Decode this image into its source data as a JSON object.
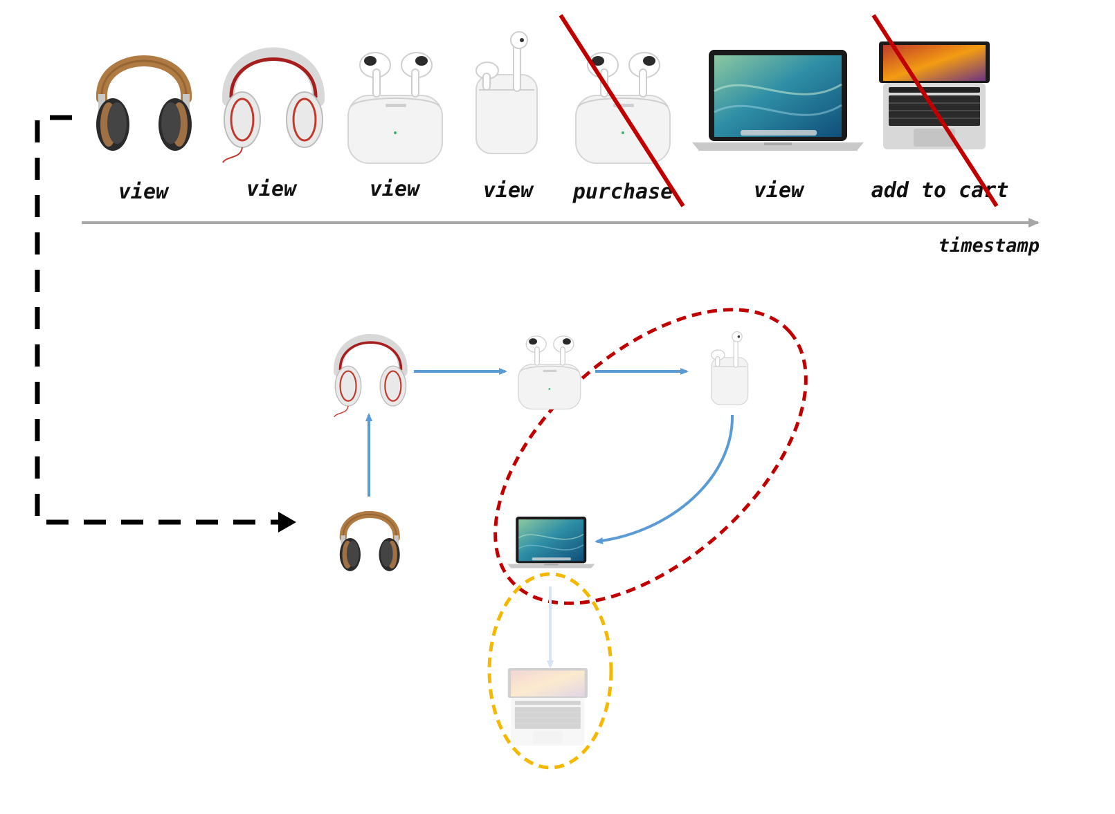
{
  "timeline": {
    "axis_label": "timestamp",
    "events": [
      {
        "item": "brown-headphones",
        "action": "view",
        "removed": false
      },
      {
        "item": "white-red-headphones",
        "action": "view",
        "removed": false
      },
      {
        "item": "airpods-pro",
        "action": "view",
        "removed": false
      },
      {
        "item": "airpods",
        "action": "view",
        "removed": false
      },
      {
        "item": "airpods-pro",
        "action": "purchase",
        "removed": true
      },
      {
        "item": "macbook-pro",
        "action": "view",
        "removed": false
      },
      {
        "item": "macbook-pro-touchbar",
        "action": "add to cart",
        "removed": true
      }
    ]
  },
  "graph": {
    "nodes": [
      "brown-headphones",
      "white-red-headphones",
      "airpods-pro",
      "airpods",
      "macbook-pro",
      "macbook-pro-touchbar"
    ],
    "edges": [
      [
        "brown-headphones",
        "white-red-headphones"
      ],
      [
        "white-red-headphones",
        "airpods-pro"
      ],
      [
        "airpods-pro",
        "airpods"
      ],
      [
        "airpods",
        "macbook-pro"
      ],
      [
        "macbook-pro",
        "macbook-pro-touchbar"
      ]
    ]
  },
  "colors": {
    "edge": "#5b9bd5",
    "axis": "#a6a6a6",
    "strike": "#c00000",
    "red_ellipse": "#c00000",
    "yellow_ellipse": "#f5b800",
    "flow_arrow": "#000000"
  }
}
